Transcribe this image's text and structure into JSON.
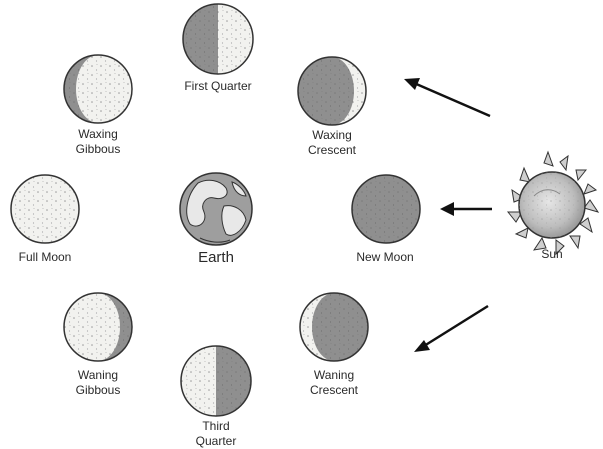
{
  "labels": {
    "first_quarter": "First Quarter",
    "waxing_crescent": [
      "Waxing",
      "Crescent"
    ],
    "waxing_gibbous": [
      "Waxing",
      "Gibbous"
    ],
    "full_moon": "Full Moon",
    "earth": "Earth",
    "new_moon": "New Moon",
    "sun": "Sun",
    "waning_gibbous": [
      "Waning",
      "Gibbous"
    ],
    "waning_crescent": [
      "Waning",
      "Crescent"
    ],
    "third_quarter": [
      "Third",
      "Quarter"
    ]
  },
  "colors": {
    "moon_lit": "#f2f2ef",
    "moon_dark": "#8f8f8f",
    "outline": "#333333",
    "sun": "#c9c9c9",
    "arrow": "#111111"
  }
}
